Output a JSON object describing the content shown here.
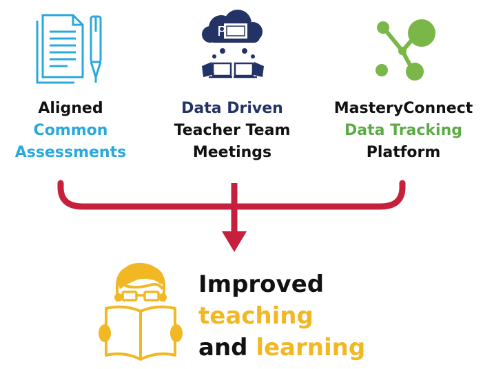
{
  "columns": {
    "assessments": {
      "line1": "Aligned",
      "line2": "Common",
      "line3": "Assessments"
    },
    "meetings": {
      "line1": "Data Driven",
      "line2": "Teacher Team",
      "line3": "Meetings"
    },
    "platform": {
      "line1": "MasteryConnect",
      "line2": "Data Tracking",
      "line3": "Platform"
    }
  },
  "result": {
    "line1": "Improved",
    "line2": "teaching",
    "line3_prefix": "and",
    "line3_highlight": "learning"
  },
  "colors": {
    "blue": "#29a8dd",
    "navy": "#233366",
    "green": "#5cab47",
    "red": "#c6203d",
    "gold": "#f2b824"
  },
  "icons": {
    "assessments": "documents-pen-icon",
    "meetings": "cloud-presentation-laptops-icon",
    "platform": "network-nodes-icon",
    "result": "reader-with-book-icon"
  }
}
